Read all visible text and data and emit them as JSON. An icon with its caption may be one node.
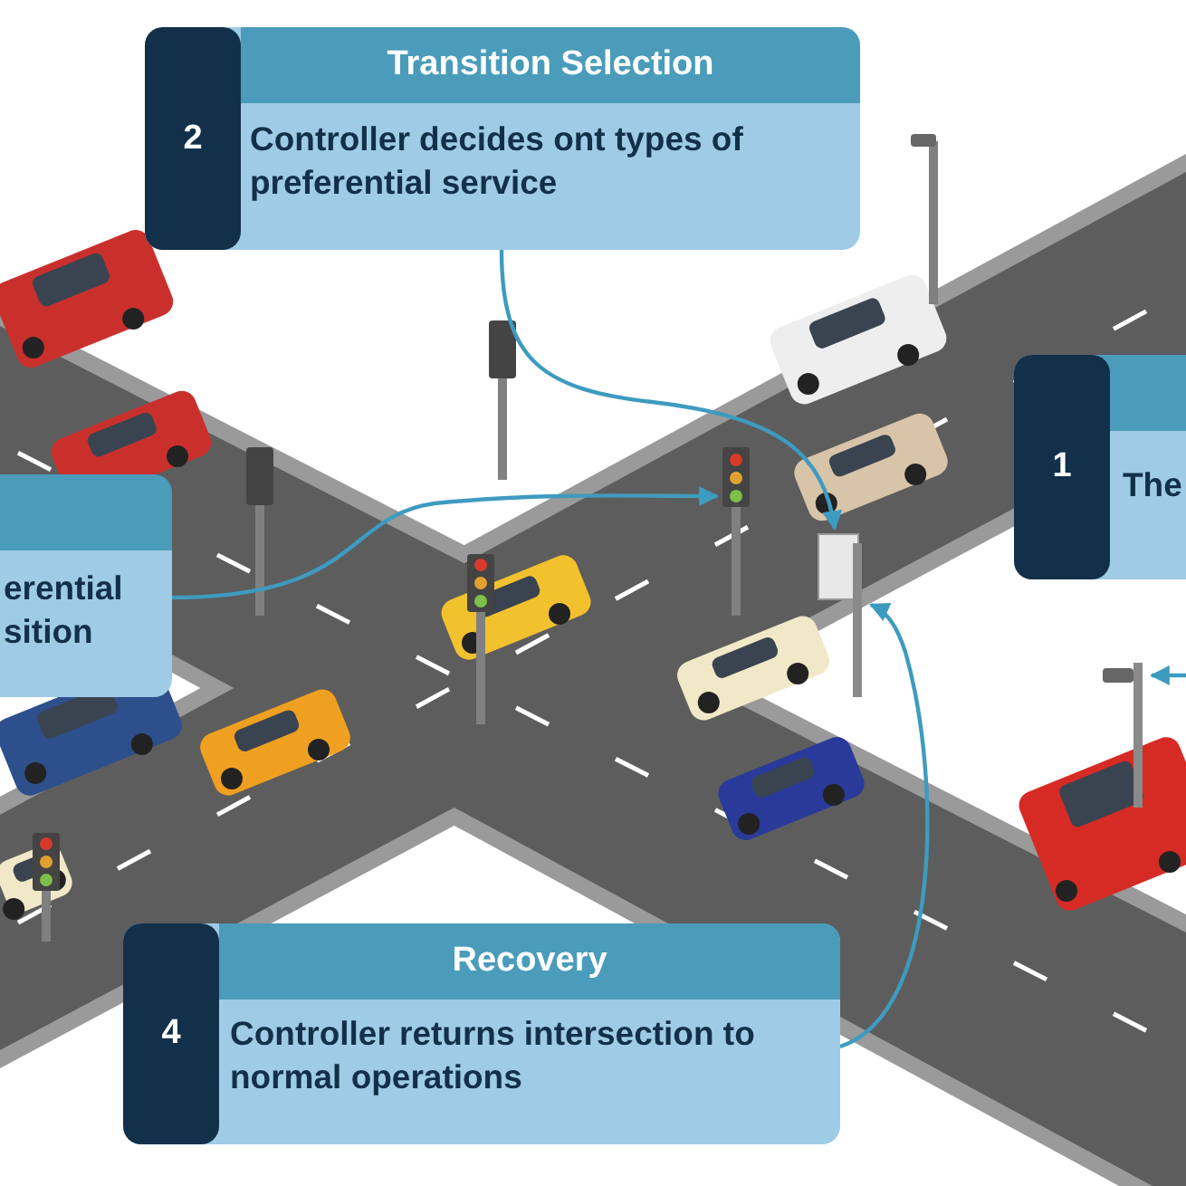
{
  "diagram": {
    "nodes": [
      {
        "text": [
          "2",
          "Transition Selection",
          "Controller decides ont types of preferential service"
        ]
      },
      {
        "text": [
          "1",
          "The"
        ]
      },
      {
        "text": [
          "erential sition"
        ]
      },
      {
        "text": [],
        "shape": "picture"
      },
      {
        "text": [],
        "shape": "picture"
      },
      {
        "text": [],
        "shape": "picture"
      },
      {
        "text": [
          "4",
          "Recovery",
          "Controller returns intersection to normal operations"
        ]
      }
    ],
    "edges": [
      {
        "from": 0,
        "to": 4,
        "arrow": "to"
      },
      {
        "from": 2,
        "to": 3,
        "arrow": "to"
      },
      {
        "from": 6,
        "to": 4,
        "arrow": "to"
      },
      {
        "from": null,
        "to": 5,
        "arrow": "to"
      }
    ]
  }
}
